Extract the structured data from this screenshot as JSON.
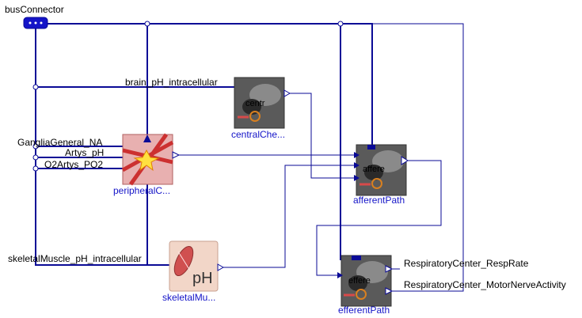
{
  "bus": {
    "label": "busConnector"
  },
  "signals": {
    "brain_pH": "brain_pH_intracellular",
    "ganglia": "GangliaGeneral_NA",
    "artys_pH": "Artys_pH",
    "o2artys": "O2Artys_PO2",
    "skeletal_pH": "skeletalMuscle_pH_intracellular",
    "resp_rate": "RespiratoryCenter_RespRate",
    "motor_nerve": "RespiratoryCenter_MotorNerveActivity"
  },
  "blocks": {
    "central": {
      "label": "centralChe...",
      "inner_text": "centr"
    },
    "peripheral": {
      "label": "peripheralC..."
    },
    "skeletal": {
      "label": "skeletalMu...",
      "inner_text": "pH"
    },
    "afferent": {
      "label": "afferentPath",
      "inner_text": "affere"
    },
    "efferent": {
      "label": "efferentPath",
      "inner_text": "effere"
    }
  },
  "colors": {
    "wire": "#0a0a96",
    "block_label": "#1414c8"
  }
}
